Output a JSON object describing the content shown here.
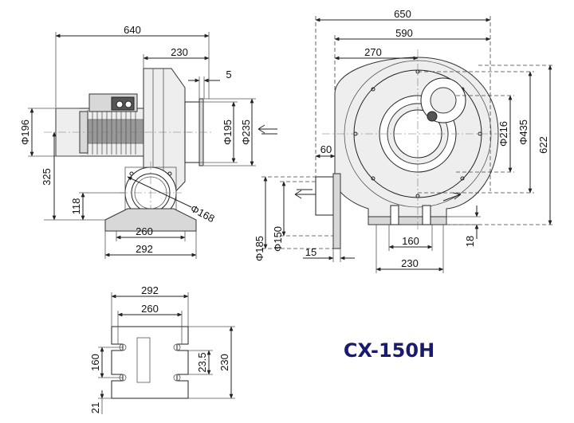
{
  "model": {
    "name": "CX-150H",
    "color": "#1a1a6e"
  },
  "dimensions": {
    "front_view": {
      "overall_length": "640",
      "casing_depth": "230",
      "flange": "5",
      "motor_dia": "Φ196",
      "outlet_dia": "Φ195",
      "outlet_outer_dia": "Φ235",
      "center_height": "325",
      "foot_height": "118",
      "inlet_dia": "Φ168",
      "base_inner": "260",
      "base_outer": "292"
    },
    "side_view": {
      "overall_width": "650",
      "width_590": "590",
      "inlet_offset": "270",
      "casing_dia": "Φ435",
      "inlet_dia": "Φ216",
      "overall_height": "622",
      "outlet_flange": "60",
      "outlet_height": "Φ185",
      "outlet_inner": "Φ150",
      "flange_thk": "15",
      "base_inner": "160",
      "base_outer": "230",
      "base_height": "18"
    },
    "base_plan": {
      "outer_width": "292",
      "inner_width": "260",
      "slot_pitch": "160",
      "slot_offset": "21",
      "slot_width": "23.5",
      "depth": "230"
    }
  }
}
